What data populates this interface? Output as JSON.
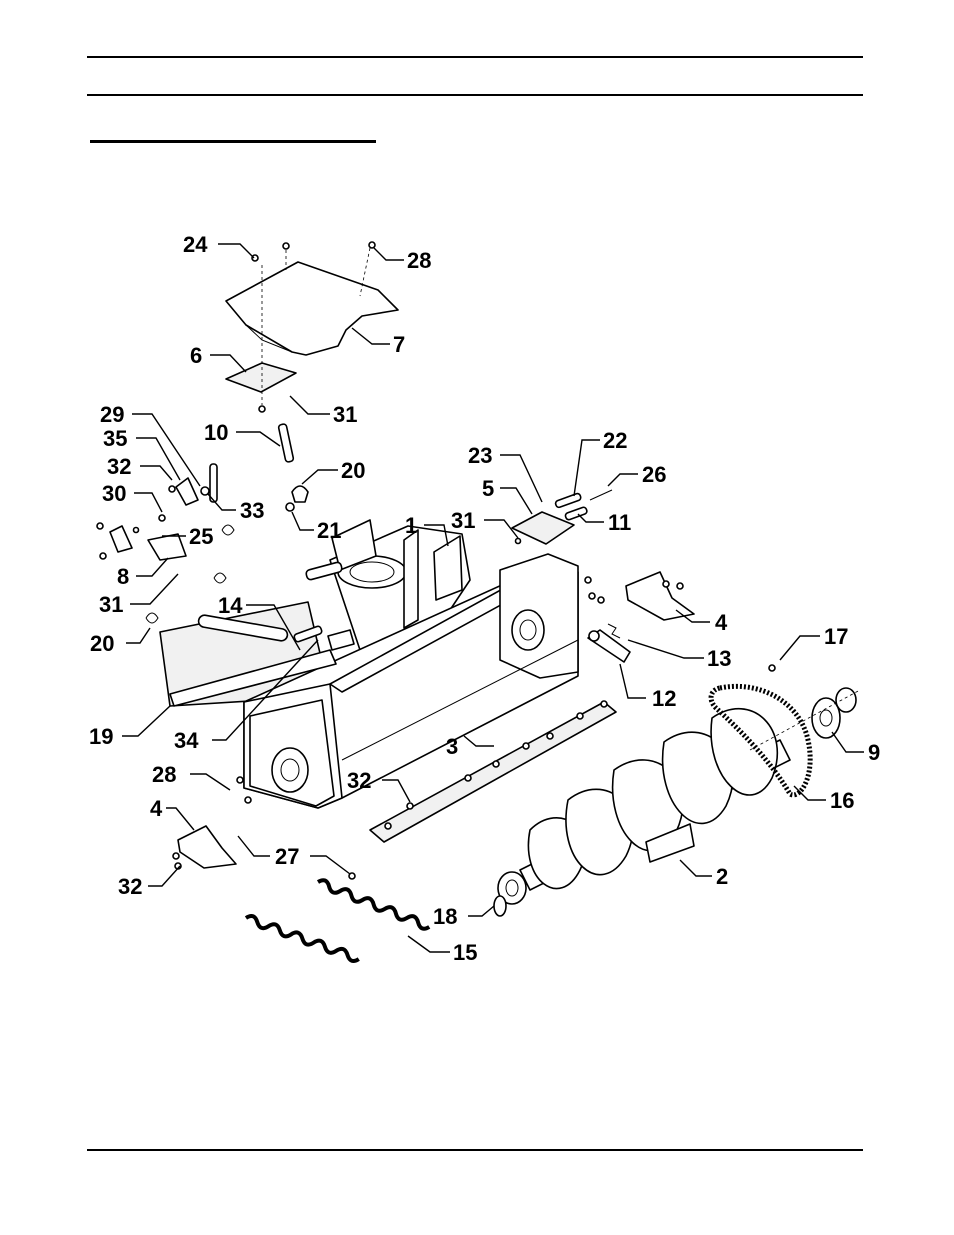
{
  "header": {
    "title": ""
  },
  "section": {
    "title": ""
  },
  "callouts": [
    "24",
    "28",
    "7",
    "6",
    "31",
    "10",
    "29",
    "35",
    "32",
    "30",
    "33",
    "20",
    "21",
    "25",
    "8",
    "31",
    "20",
    "23",
    "22",
    "26",
    "5",
    "31",
    "11",
    "1",
    "4",
    "13",
    "12",
    "14",
    "19",
    "34",
    "17",
    "9",
    "16",
    "3",
    "32",
    "28",
    "4",
    "27",
    "32",
    "2",
    "18",
    "15"
  ]
}
